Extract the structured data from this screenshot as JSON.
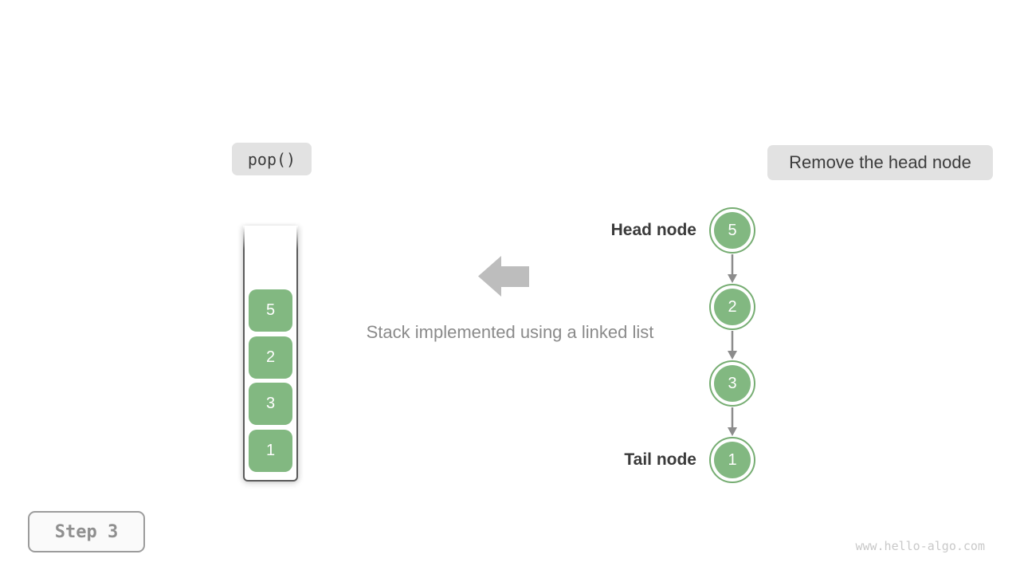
{
  "colors": {
    "green": "#82b881",
    "green_border": "#76ad72",
    "badge_bg": "#e2e2e2",
    "text_dark": "#3c3c3c",
    "gray": "#8a8a8a",
    "arrow_gray": "#bdbdbd",
    "pointer_gray": "#8c8c8c"
  },
  "badges": {
    "operation": "pop()",
    "action": "Remove the head node"
  },
  "stack": {
    "items": [
      "5",
      "2",
      "3",
      "1"
    ]
  },
  "caption": "Stack implemented using a linked list",
  "linked_list": {
    "head_label": "Head node",
    "tail_label": "Tail node",
    "nodes": [
      "5",
      "2",
      "3",
      "1"
    ]
  },
  "step_label": "Step 3",
  "watermark": "www.hello-algo.com"
}
